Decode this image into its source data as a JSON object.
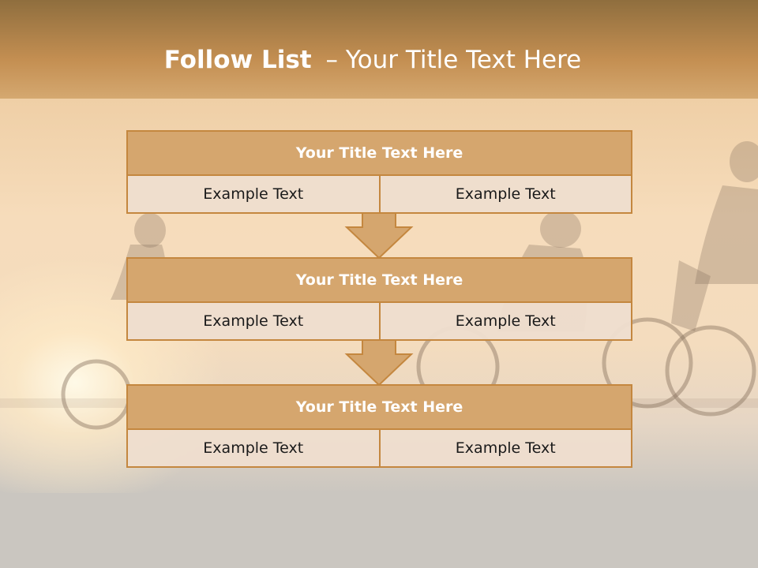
{
  "slide": {
    "title_bold": "Follow List",
    "title_separator": "–",
    "title_rest": "Your Title Text Here"
  },
  "blocks": [
    {
      "title": "Your Title Text Here",
      "cells": [
        "Example Text",
        "Example Text"
      ]
    },
    {
      "title": "Your Title Text Here",
      "cells": [
        "Example Text",
        "Example Text"
      ]
    },
    {
      "title": "Your Title Text Here",
      "cells": [
        "Example Text",
        "Example Text"
      ]
    }
  ],
  "colors": {
    "header_fill": "#d5a66e",
    "border": "#c4873f",
    "cell_fill": "#eedece",
    "title_text": "#ffffff"
  }
}
